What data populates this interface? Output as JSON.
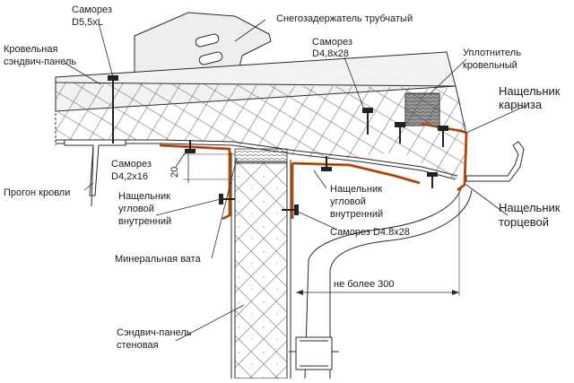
{
  "labels": {
    "screw_d55": "Саморез",
    "screw_d55_size": "D5,5xL",
    "snow_guard": "Снегозадержатель трубчатый",
    "roof_panel_1": "Кровельная",
    "roof_panel_2": "сэндвич-панель",
    "screw_d48_top": "Саморез",
    "screw_d48_top_size": "D4,8x28",
    "sealant_1": "Уплотнитель",
    "sealant_2": "кровельный",
    "eave_flashing_1": "Нащельник",
    "eave_flashing_2": "карниза",
    "screw_d42": "Саморез",
    "screw_d42_size": "D4,2x16",
    "dim_20": "20",
    "purlin": "Прогон кровли",
    "inner_corner_left_1": "Нащельник",
    "inner_corner_left_2": "угловой",
    "inner_corner_left_3": "внутренний",
    "inner_corner_right_1": "Нащельник",
    "inner_corner_right_2": "угловой",
    "inner_corner_right_3": "внутренний",
    "end_flashing_1": "Нащельник",
    "end_flashing_2": "торцевой",
    "screw_d48_bottom": "Саморез D4.8x28",
    "mineral_wool": "Минеральная вата",
    "max_300": "не более 300",
    "wall_panel_1": "Сэндвич-панель",
    "wall_panel_2": "стеновая"
  },
  "colors": {
    "line": "#2a2a2a",
    "flashing": "#d2691e",
    "flashing_dark": "#7a2a10",
    "screw": "#222222",
    "panel_face": "#f4f4f4",
    "snow_guard": "#ececec"
  }
}
